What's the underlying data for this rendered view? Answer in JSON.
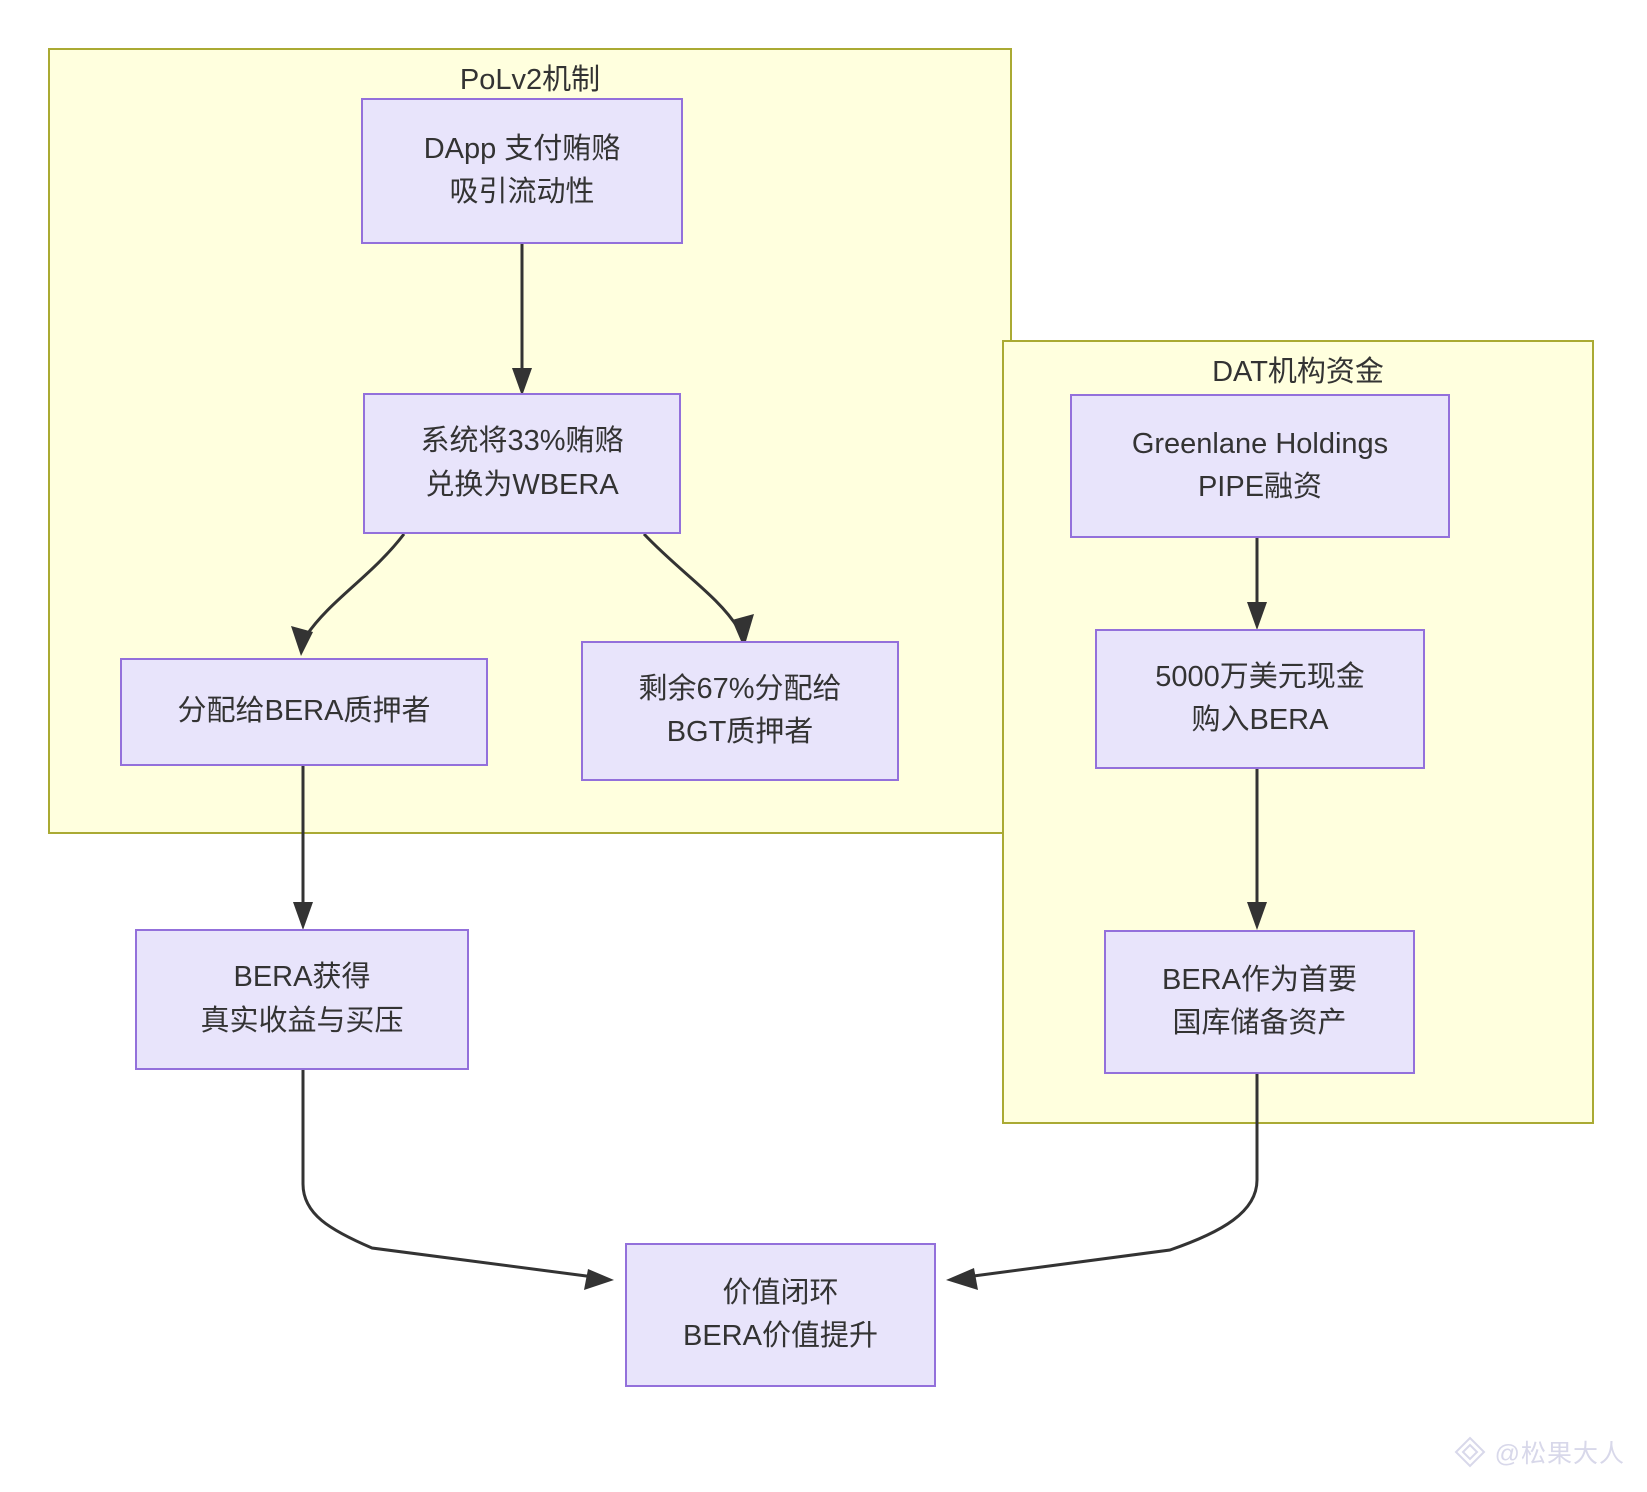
{
  "clusters": [
    {
      "id": "polv2",
      "label": "PoLv2机制"
    },
    {
      "id": "dat",
      "label": "DAT机构资金"
    }
  ],
  "nodes": [
    {
      "id": "n1",
      "lines": [
        "DApp 支付贿赂",
        "吸引流动性"
      ]
    },
    {
      "id": "n2",
      "lines": [
        "系统将33%贿赂",
        "兑换为WBERA"
      ]
    },
    {
      "id": "n3",
      "lines": [
        "分配给BERA质押者"
      ]
    },
    {
      "id": "n4",
      "lines": [
        "剩余67%分配给",
        "BGT质押者"
      ]
    },
    {
      "id": "n5",
      "lines": [
        "BERA获得",
        "真实收益与买压"
      ]
    },
    {
      "id": "n6",
      "lines": [
        "Greenlane Holdings",
        "PIPE融资"
      ]
    },
    {
      "id": "n7",
      "lines": [
        "5000万美元现金",
        "购入BERA"
      ]
    },
    {
      "id": "n8",
      "lines": [
        "BERA作为首要",
        "国库储备资产"
      ]
    },
    {
      "id": "n9",
      "lines": [
        "价值闭环",
        "BERA价值提升"
      ]
    }
  ],
  "edges": [
    {
      "from": "n1",
      "to": "n2"
    },
    {
      "from": "n2",
      "to": "n3"
    },
    {
      "from": "n2",
      "to": "n4"
    },
    {
      "from": "n3",
      "to": "n5"
    },
    {
      "from": "n5",
      "to": "n9"
    },
    {
      "from": "n6",
      "to": "n7"
    },
    {
      "from": "n7",
      "to": "n8"
    },
    {
      "from": "n8",
      "to": "n9"
    }
  ],
  "watermark": {
    "text": "@松果大人",
    "icon": "diamond-logo-icon"
  },
  "colors": {
    "cluster_fill": "#ffffde",
    "cluster_stroke": "#aaaa33",
    "node_fill": "#e8e4fb",
    "node_stroke": "#9370db",
    "edge_stroke": "#333333",
    "text": "#333333",
    "background": "#ffffff"
  }
}
